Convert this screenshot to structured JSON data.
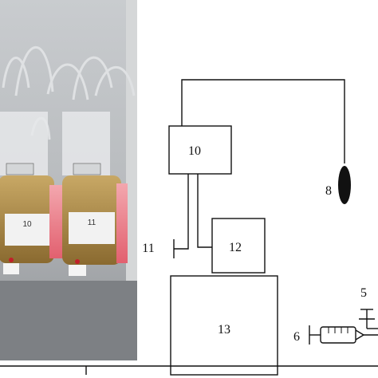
{
  "labels": {
    "unit_10": "10",
    "unit_8": "8",
    "unit_11": "11",
    "unit_12": "12",
    "unit_13": "13",
    "unit_5": "5",
    "unit_6": "6"
  },
  "photo_labels": {
    "bottle_left": "10",
    "bottle_right": "11"
  },
  "colors": {
    "line": "#111111",
    "probe": "#111111",
    "liquid_pink": "#e8707d",
    "grain": "#b0904e"
  }
}
